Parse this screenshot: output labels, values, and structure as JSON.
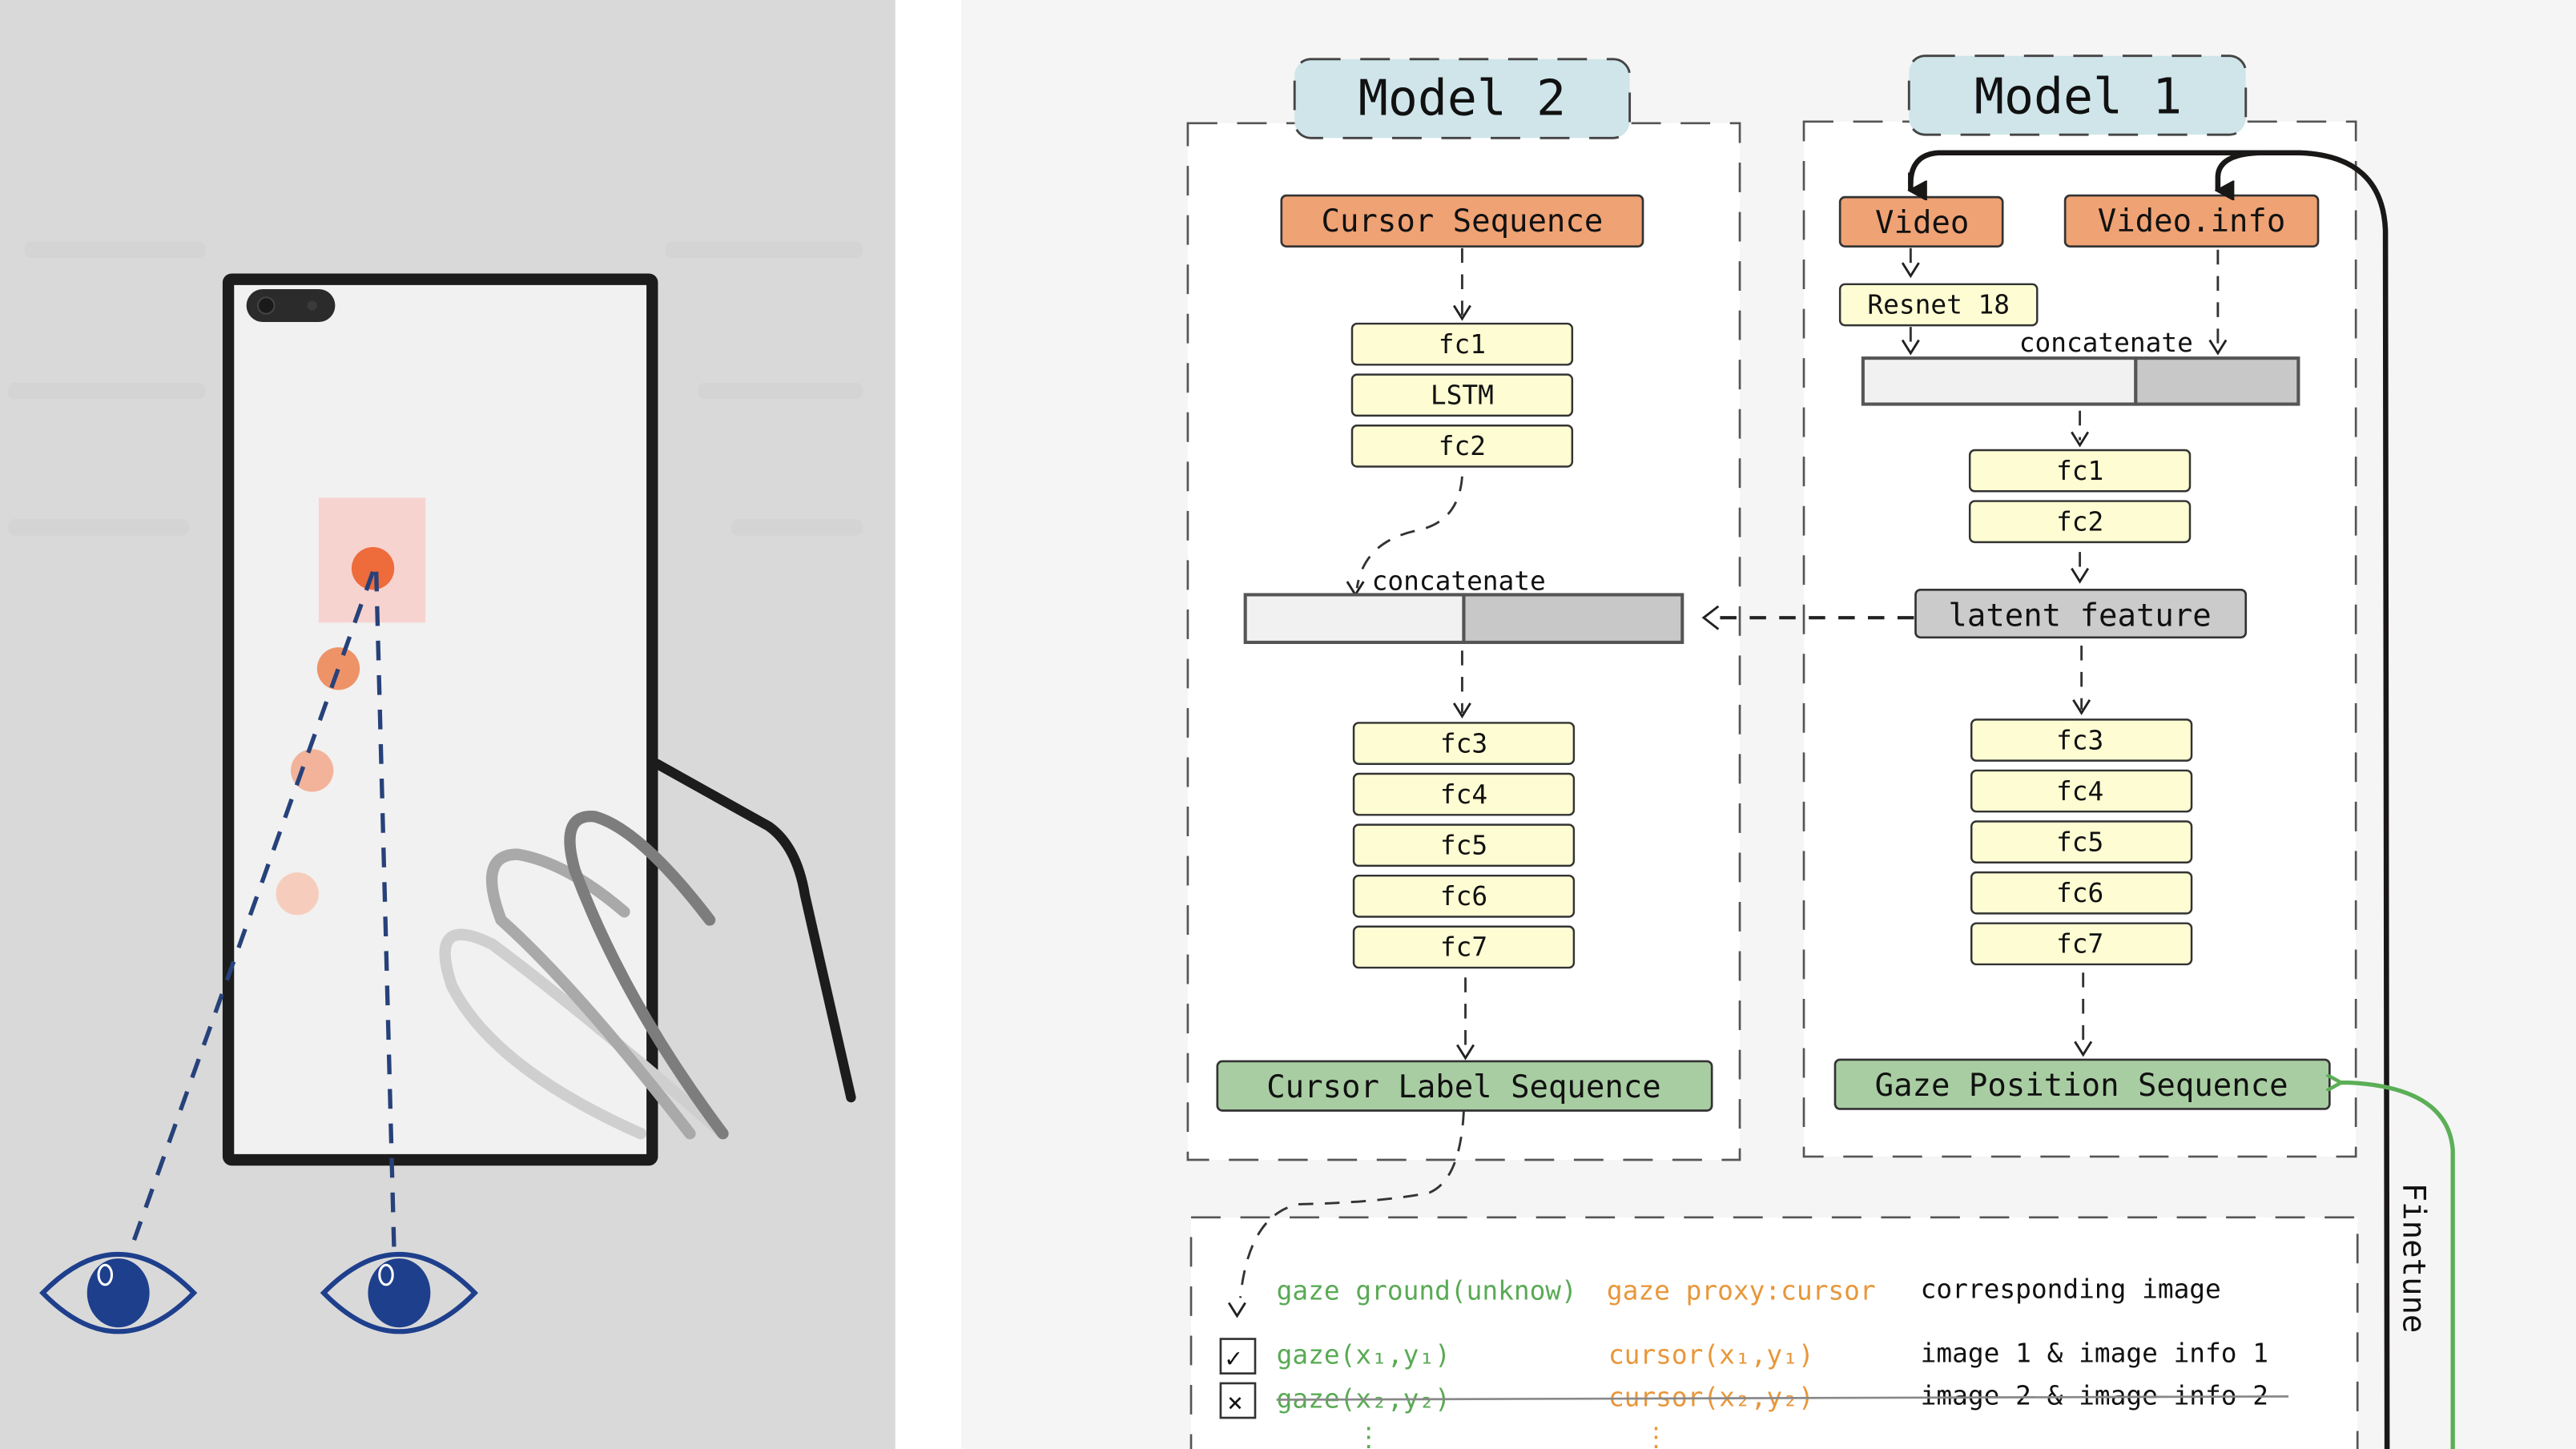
{
  "illustration": {
    "description": "phone held in hand with gaze lines from two eyes to cursor points on screen",
    "colors": {
      "background": "#d9d9d9",
      "screen": "#f1f1f1",
      "phone_frame": "#1c1c1c",
      "target_region": "#f7d3d0",
      "cursor_dot_primary": "#ee6b3b",
      "cursor_dot_trail": [
        "#ee9368",
        "#f2b39a",
        "#f6cdbd"
      ],
      "gaze_line": "#27417a",
      "eye": "#1e3f8c"
    }
  },
  "model2": {
    "title": "Model 2",
    "input": "Cursor Sequence",
    "layers_top": [
      "fc1",
      "LSTM",
      "fc2"
    ],
    "concat_label": "concatenate",
    "layers_bottom": [
      "fc3",
      "fc4",
      "fc5",
      "fc6",
      "fc7"
    ],
    "output": "Cursor Label Sequence"
  },
  "model1": {
    "title": "Model 1",
    "inputs": [
      "Video",
      "Video.info"
    ],
    "backbone": "Resnet 18",
    "concat_label": "concatenate",
    "layers_top": [
      "fc1",
      "fc2"
    ],
    "latent": "latent feature",
    "layers_bottom": [
      "fc3",
      "fc4",
      "fc5",
      "fc6",
      "fc7"
    ],
    "output": "Gaze Position Sequence"
  },
  "finetune_label": "Finetune",
  "table": {
    "headers": {
      "gaze": "gaze ground(unknow)",
      "cursor": "gaze proxy:cursor",
      "image": "corresponding image"
    },
    "rows": [
      {
        "status": "check",
        "status_glyph": "✓",
        "gaze": "gaze(x₁,y₁)",
        "cursor": "cursor(x₁,y₁)",
        "image": "image 1 & image info 1",
        "struck": false
      },
      {
        "status": "cross",
        "status_glyph": "×",
        "gaze": "gaze(x₂,y₂)",
        "cursor": "cursor(x₂,y₂)",
        "image": "image 2 & image info 2",
        "struck": true
      }
    ],
    "ellipsis": "⋮"
  },
  "colors": {
    "model_title_bg": "#cfe5ea",
    "input_box": "#efa274",
    "layer_box": "#fdfcd2",
    "output_box": "#a8cda2",
    "latent_box": "#cbcbcb",
    "concat_left": "#f1f1f1",
    "concat_right": "#c8c8c8",
    "finetune_arrow": "#5cae57",
    "feedback_line": "#1a1717",
    "text_green": "#5aaa55",
    "text_orange": "#e8973a"
  }
}
